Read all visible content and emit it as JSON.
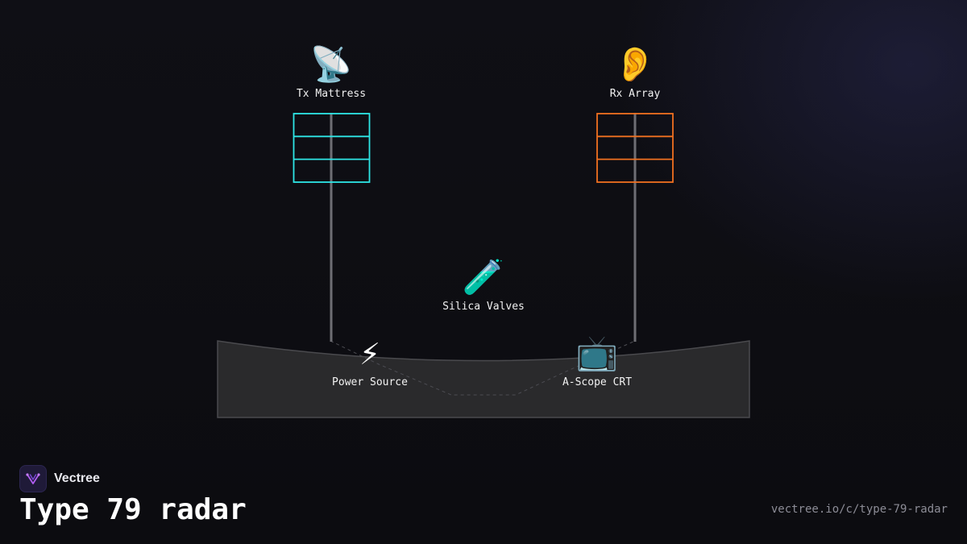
{
  "diagram": {
    "nodes": [
      {
        "id": "tx",
        "icon": "satellite-antenna-icon",
        "emoji": "📡",
        "label": "Tx Mattress"
      },
      {
        "id": "rx",
        "icon": "ear-icon",
        "emoji": "👂",
        "label": "Rx Array"
      },
      {
        "id": "valves",
        "icon": "test-tube-icon",
        "emoji": "🧪",
        "label": "Silica Valves"
      },
      {
        "id": "power",
        "icon": "lightning-bolt-icon",
        "emoji": "⚡",
        "label": "Power Source"
      },
      {
        "id": "crt",
        "icon": "television-icon",
        "emoji": "📺",
        "label": "A-Scope CRT"
      }
    ],
    "colors": {
      "tx_array": "#2ee6e6",
      "rx_array": "#f07020",
      "mast": "#6e6e74",
      "base_fill": "#2a2a2c",
      "base_stroke": "#4a4a4e",
      "dashed_link": "#4c4c52"
    }
  },
  "brand": {
    "name": "Vectree",
    "logo_icon": "vectree-logo-icon"
  },
  "page": {
    "title": "Type 79 radar",
    "url": "vectree.io/c/type-79-radar"
  }
}
